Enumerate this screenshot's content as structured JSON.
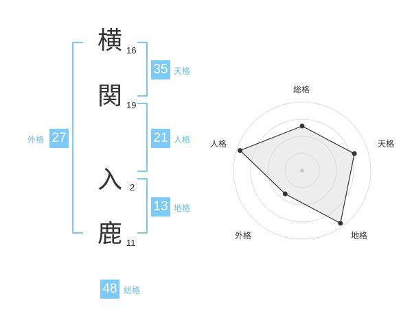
{
  "characters": [
    {
      "kanji": "横",
      "strokes": "16"
    },
    {
      "kanji": "関",
      "strokes": "19"
    },
    {
      "kanji": "入",
      "strokes": "2"
    },
    {
      "kanji": "鹿",
      "strokes": "11"
    }
  ],
  "kakusu": {
    "tenkaku": {
      "value": "35",
      "label": "天格"
    },
    "jinkaku": {
      "value": "21",
      "label": "人格"
    },
    "chikaku": {
      "value": "13",
      "label": "地格"
    },
    "gaikaku": {
      "value": "27",
      "label": "外格"
    },
    "soukaku": {
      "value": "48",
      "label": "総格"
    }
  },
  "colors": {
    "accent": "#7ccaf5",
    "text": "#333333"
  },
  "chart_data": {
    "type": "radar",
    "axes": [
      "総格",
      "天格",
      "地格",
      "外格",
      "人格"
    ],
    "values": [
      0.65,
      0.8,
      0.95,
      0.42,
      0.95
    ],
    "range": [
      0,
      1
    ],
    "rings": 4
  }
}
